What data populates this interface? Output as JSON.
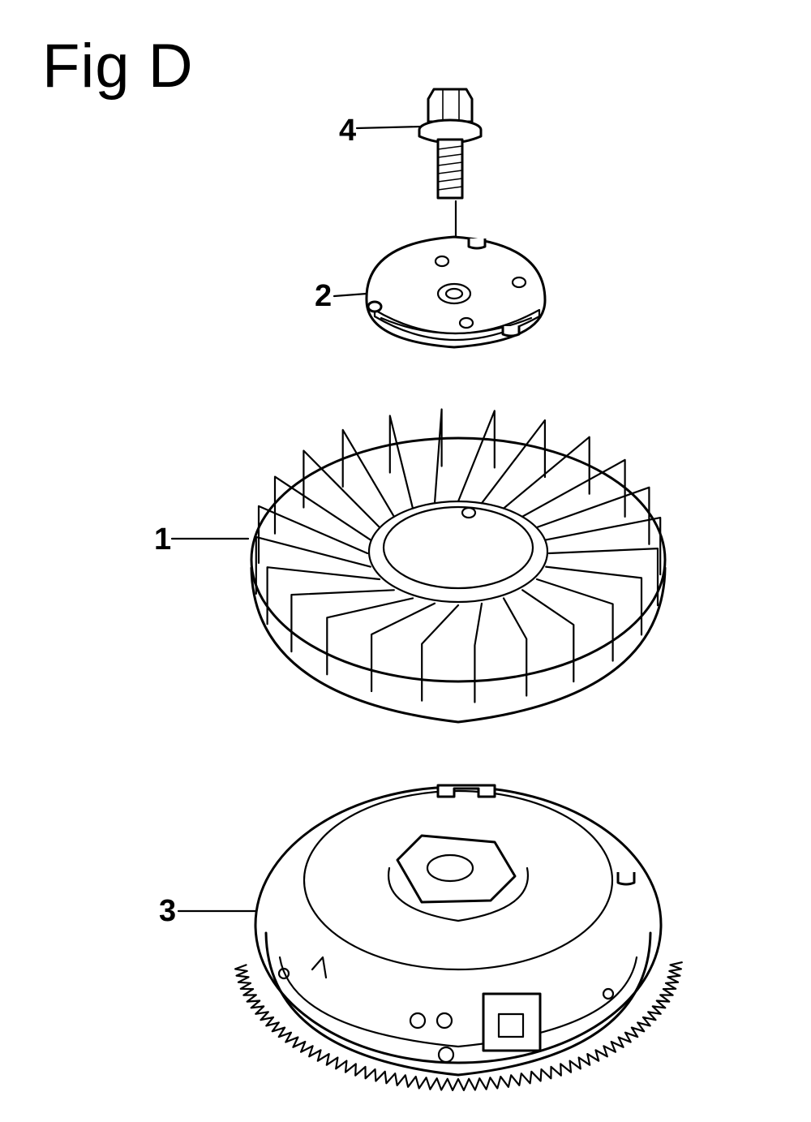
{
  "figure": {
    "title": "Fig D"
  },
  "callouts": [
    {
      "id": "4",
      "label": "4"
    },
    {
      "id": "2",
      "label": "2"
    },
    {
      "id": "1",
      "label": "1"
    },
    {
      "id": "3",
      "label": "3"
    }
  ],
  "parts": [
    {
      "number": "4",
      "name": "flange-bolt-icon"
    },
    {
      "number": "2",
      "name": "starter-pulley-plate-icon"
    },
    {
      "number": "1",
      "name": "cooling-fan-icon"
    },
    {
      "number": "3",
      "name": "flywheel-ring-gear-icon"
    }
  ],
  "colors": {
    "line": "#000000",
    "background": "#ffffff"
  }
}
